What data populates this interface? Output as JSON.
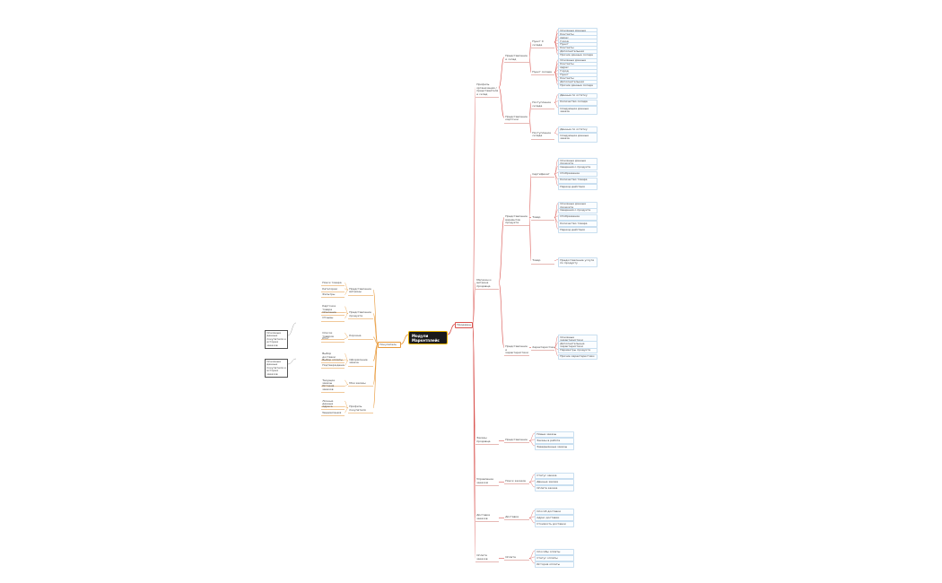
{
  "colors": {
    "right_branch": "#d9534f",
    "left_branch": "#e89a3c",
    "center_fill": "#1a1a1a",
    "center_border": "#e8b200",
    "leaf_border": "#c9dff0",
    "box_border": "#333333"
  },
  "mindmap": {
    "center": "Модули Маркетплейс",
    "right_root": "Продавец",
    "left_root": "Покупатель",
    "right_branches": [
      {
        "label": "Профиль организации / представителя и склад",
        "children": [
          {
            "label": "Представление и склад",
            "children": [
              {
                "label": "Пункт 0 склада",
                "items": [
                  "Основные данные",
                  "Контакты",
                  "Адрес",
                  "Город",
                  "Пункт",
                  "Контакты",
                  "Дополнительная информация",
                  "Прочие данные склада"
                ]
              },
              {
                "label": "Пункт склада",
                "items": [
                  "Основные данные",
                  "Контакты",
                  "Адрес",
                  "Город",
                  "Пункт",
                  "Контакты",
                  "Дополнительная информация",
                  "Прочие данные склада"
                ]
              }
            ]
          },
          {
            "label": "Представление карточки",
            "children": [
              {
                "label": "Поступление склада",
                "items": [
                  "Данные по остатку",
                  "Количество склада",
                  "Следующие данные заказа"
                ]
              },
              {
                "label": "Поступление склада",
                "items": [
                  "Данные по остатку",
                  "Следующие данные заказа"
                ]
              }
            ]
          }
        ]
      },
      {
        "label": "Магазин и витрина продавца",
        "children": [
          {
            "label": "Представление вариантов продукта",
            "children": [
              {
                "label": "Сертификат",
                "items": [
                  "Основные данные продукта",
                  "Сведения о продукте",
                  "Отображение",
                  "Количество товара",
                  "Период действия"
                ]
              },
              {
                "label": "Товар",
                "items": [
                  "Основные данные продукта",
                  "Сведения о продукте",
                  "Отображение",
                  "Количество товара",
                  "Период действия"
                ]
              },
              {
                "label": "Товар",
                "items": [
                  "Предоставление услуги по продукту"
                ]
              }
            ]
          },
          {
            "label": "Представление и характеристики",
            "children": [
              {
                "label": "Характеристики",
                "items": [
                  "Основные характеристики",
                  "Дополнительные характеристики",
                  "Параметры продукта",
                  "Прочие характеристики"
                ]
              }
            ]
          }
        ]
      },
      {
        "label": "Заказы продавца",
        "children": [
          {
            "label": "Представление",
            "items": [
              "Новые заказы",
              "Заказы в работе",
              "Завершённые заказы"
            ]
          }
        ]
      },
      {
        "label": "Управление заказом",
        "children": [
          {
            "label": "Поиск заказов",
            "items": [
              "Статус заказа",
              "Данные заказа",
              "Оплата заказа"
            ]
          }
        ]
      },
      {
        "label": "Доставка заказов",
        "children": [
          {
            "label": "Доставка",
            "items": [
              "Способ доставки",
              "Адрес доставки",
              "Стоимость доставки"
            ]
          }
        ]
      },
      {
        "label": "Оплата заказов",
        "children": [
          {
            "label": "Оплата",
            "items": [
              "Способы оплаты",
              "Статус оплаты",
              "История оплаты"
            ]
          }
        ]
      }
    ],
    "left_branches": [
      {
        "label": "Представление витрины",
        "items": [
          "Поиск товара",
          "Категории",
          "Фильтры"
        ]
      },
      {
        "label": "Представление продукта",
        "items": [
          "Карточка товара",
          "Описание",
          "Отзывы"
        ]
      },
      {
        "label": "Корзина",
        "items": [
          "Список товаров",
          "Итог"
        ]
      },
      {
        "label": "Оформление заказа",
        "items": [
          "Выбор доставки",
          "Выбор оплаты",
          "Подтверждение"
        ]
      },
      {
        "label": "Мои заказы",
        "items": [
          "Текущие заказы",
          "История заказов"
        ]
      },
      {
        "label": "Профиль покупателя",
        "items": [
          "Личные данные",
          "Адреса",
          "Уведомления"
        ]
      }
    ],
    "notes": [
      "Основные данные покупателя и история заказов",
      "Основные данные покупателя и история заказов"
    ]
  }
}
